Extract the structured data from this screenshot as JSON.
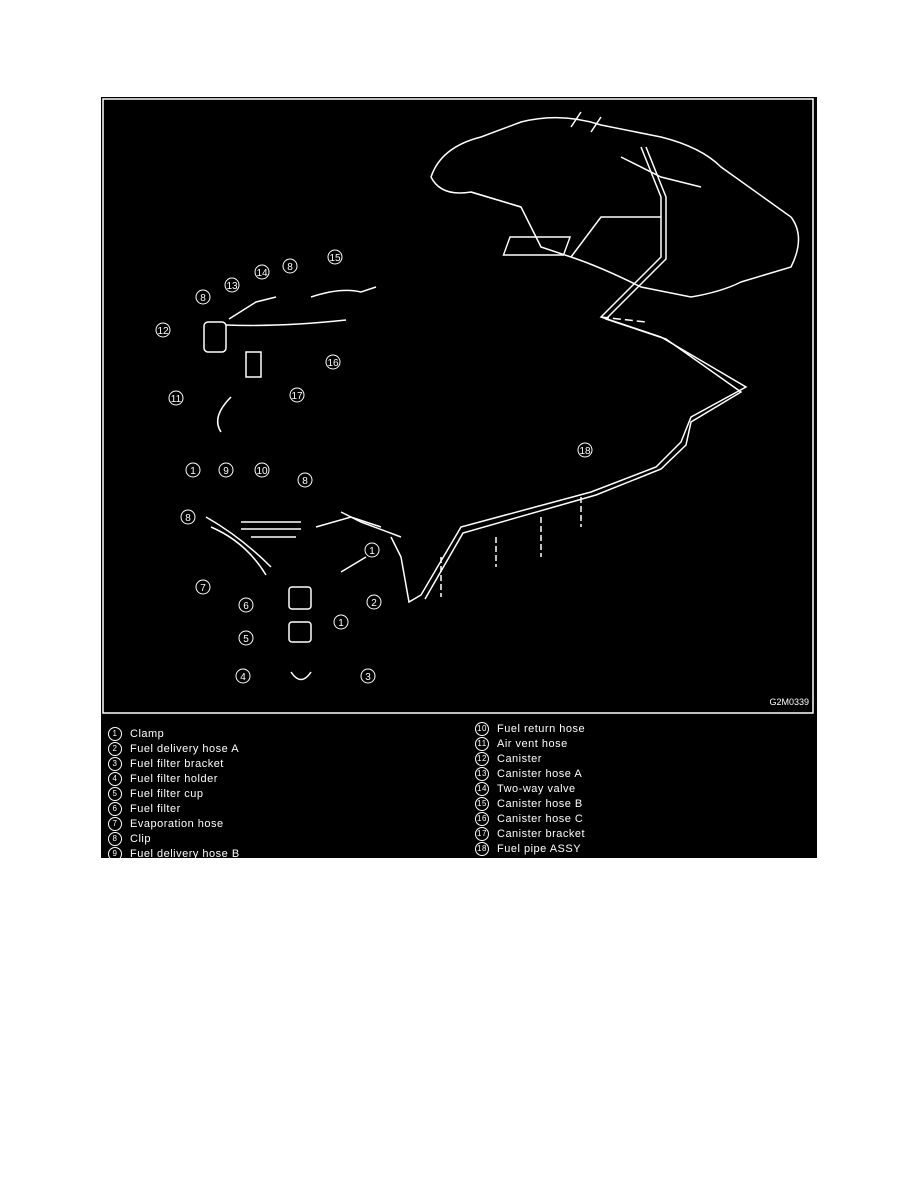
{
  "figure_code": "G2M0339",
  "callouts": {
    "c15": "15",
    "c14": "14",
    "c8a": "8",
    "c13": "13",
    "c8b": "8",
    "c12": "12",
    "c16": "16",
    "c17": "17",
    "c11": "11",
    "c1a": "1",
    "c9": "9",
    "c10": "10",
    "c8c": "8",
    "c8d": "8",
    "c7": "7",
    "c1b": "1",
    "c2": "2",
    "c6": "6",
    "c1c": "1",
    "c5": "5",
    "c4": "4",
    "c3": "3",
    "c18": "18"
  },
  "legend_left": [
    {
      "num": "1",
      "label": "Clamp"
    },
    {
      "num": "2",
      "label": "Fuel delivery hose A"
    },
    {
      "num": "3",
      "label": "Fuel filter bracket"
    },
    {
      "num": "4",
      "label": "Fuel filter holder"
    },
    {
      "num": "5",
      "label": "Fuel filter cup"
    },
    {
      "num": "6",
      "label": "Fuel filter"
    },
    {
      "num": "7",
      "label": "Evaporation hose"
    },
    {
      "num": "8",
      "label": "Clip"
    },
    {
      "num": "9",
      "label": "Fuel delivery hose B"
    }
  ],
  "legend_right": [
    {
      "num": "10",
      "label": "Fuel return hose"
    },
    {
      "num": "11",
      "label": "Air vent hose"
    },
    {
      "num": "12",
      "label": "Canister"
    },
    {
      "num": "13",
      "label": "Canister hose A"
    },
    {
      "num": "14",
      "label": "Two-way valve"
    },
    {
      "num": "15",
      "label": "Canister hose B"
    },
    {
      "num": "16",
      "label": "Canister hose C"
    },
    {
      "num": "17",
      "label": "Canister bracket"
    },
    {
      "num": "18",
      "label": "Fuel pipe ASSY"
    }
  ]
}
